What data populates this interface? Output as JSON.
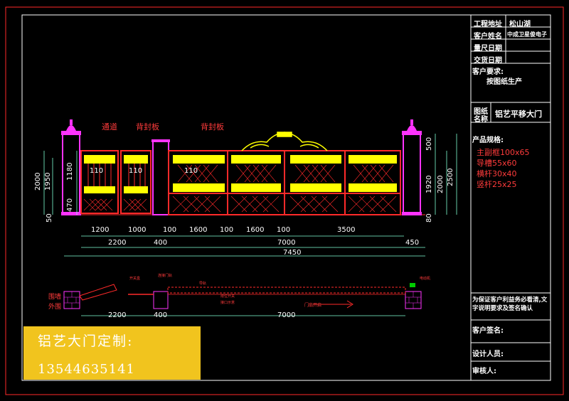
{
  "title_block": {
    "project_location_label": "工程地址",
    "project_location_value": "松山湖",
    "client_name_label": "客户姓名",
    "client_name_value": "中成卫星俊电子",
    "measure_date_label": "量尺日期",
    "delivery_date_label": "交货日期",
    "client_request_label": "客户要求:",
    "client_request_value": "按图纸生产",
    "drawing_name_label_1": "图纸",
    "drawing_name_label_2": "名称",
    "drawing_name_value": "铝艺平移大门",
    "spec_heading": "产品规格:",
    "specs": [
      "主副框100x65",
      "导槽55x60",
      "横杆30x40",
      "竖杆25x25"
    ],
    "notice": "为保证客户利益务必看清,文字说明要求及签名确认",
    "client_sign_label": "客户签名:",
    "designer_label": "设计人员:",
    "reviewer_label": "审核人:"
  },
  "elevation": {
    "labels": {
      "passage": "通道",
      "back_panel_1": "背封板",
      "back_panel_2": "背封板"
    },
    "panel_marks": [
      "110",
      "110",
      "110"
    ],
    "left_dims": [
      "2000",
      "1950",
      "1180",
      "470",
      "50"
    ],
    "right_dims": [
      "500",
      "1920",
      "2000",
      "2500",
      "80"
    ],
    "bottom_row1": [
      "1200",
      "1000",
      "100",
      "1600",
      "100",
      "1600",
      "100",
      "3500"
    ],
    "bottom_row2": [
      "2200",
      "400",
      "7000",
      "450"
    ],
    "total": "7450"
  },
  "plan": {
    "left_labels": [
      "围墙",
      "外围"
    ],
    "dims": [
      "2200",
      "400",
      "7000"
    ],
    "direction": "门扇开启"
  },
  "promo": {
    "title": "铝艺大门定制:",
    "phone": "13544635141"
  },
  "colors": {
    "frame": "#ff2a2a",
    "panel": "#ffff00",
    "pillar": "#ff33ff",
    "dim": "#ffffff",
    "dimline": "#7fffd4",
    "promo_bg": "#f1c41e"
  }
}
